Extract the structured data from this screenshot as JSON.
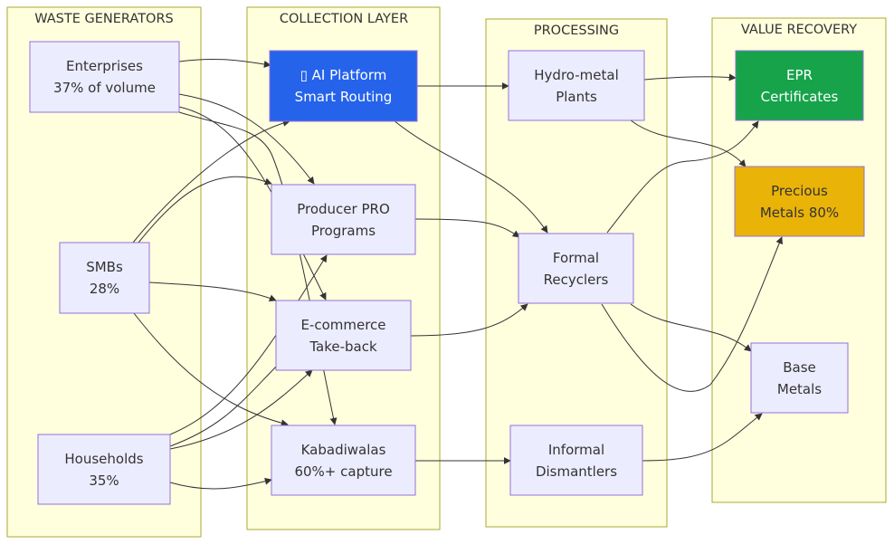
{
  "lanes": {
    "generators": {
      "title": "WASTE GENERATORS"
    },
    "collection": {
      "title": "COLLECTION LAYER"
    },
    "processing": {
      "title": "PROCESSING"
    },
    "recovery": {
      "title": "VALUE RECOVERY"
    }
  },
  "nodes": {
    "enterprises": {
      "line1": "Enterprises",
      "line2": "37% of volume"
    },
    "smbs": {
      "line1": "SMBs",
      "line2": "28%"
    },
    "households": {
      "line1": "Households",
      "line2": "35%"
    },
    "ai_platform": {
      "line1": "▯ AI Platform",
      "line2": "Smart Routing"
    },
    "producer_pro": {
      "line1": "Producer PRO",
      "line2": "Programs"
    },
    "ecommerce": {
      "line1": "E-commerce",
      "line2": "Take-back"
    },
    "kabadiwalas": {
      "line1": "Kabadiwalas",
      "line2": "60%+ capture"
    },
    "hydro_metal": {
      "line1": "Hydro-metal",
      "line2": "Plants"
    },
    "formal_recyclers": {
      "line1": "Formal",
      "line2": "Recyclers"
    },
    "informal_dismantlers": {
      "line1": "Informal",
      "line2": "Dismantlers"
    },
    "epr": {
      "line1": "EPR",
      "line2": "Certificates"
    },
    "precious_metals": {
      "line1": "Precious",
      "line2": "Metals 80%"
    },
    "base_metals": {
      "line1": "Base",
      "line2": "Metals"
    }
  },
  "colors": {
    "lane_fill": "#ffffde",
    "lane_stroke": "#aaaa33",
    "node_fill": "#ececff",
    "node_stroke": "#9370db",
    "ai_platform": "#2563eb",
    "epr": "#16a34a",
    "precious_metals": "#eab308",
    "edge": "#333333"
  }
}
